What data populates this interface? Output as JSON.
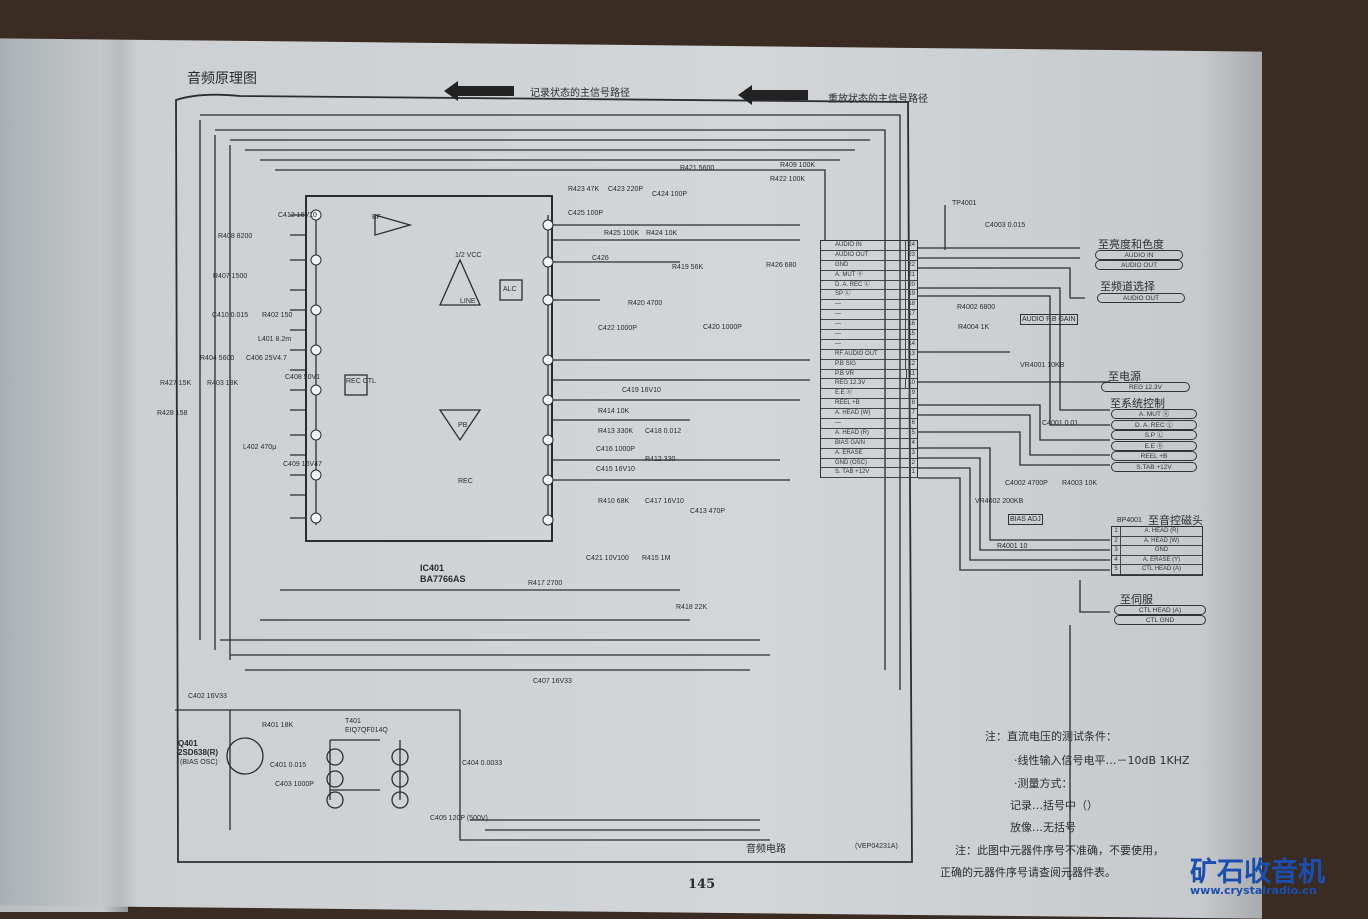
{
  "page": {
    "title": "音频原理图",
    "legend_record": "记录状态的主信号路径",
    "legend_playback": "重放状态的主信号路径",
    "page_number": "145",
    "circuit_name": "音频电路",
    "circuit_code": "(VEP04231A)"
  },
  "ic": {
    "ref": "IC401",
    "part": "BA7766AS"
  },
  "connector_main": {
    "pins": [
      {
        "num": "24",
        "label": "AUDIO IN"
      },
      {
        "num": "23",
        "label": "AUDIO OUT"
      },
      {
        "num": "22",
        "label": "GND"
      },
      {
        "num": "21",
        "label": "A. MUT ⓗ"
      },
      {
        "num": "20",
        "label": "D. A. REC Ⓛ"
      },
      {
        "num": "19",
        "label": "SP Ⓛ"
      },
      {
        "num": "18",
        "label": "—"
      },
      {
        "num": "17",
        "label": "—"
      },
      {
        "num": "16",
        "label": "—"
      },
      {
        "num": "15",
        "label": "—"
      },
      {
        "num": "14",
        "label": "—"
      },
      {
        "num": "13",
        "label": "RF AUDIO OUT"
      },
      {
        "num": "12",
        "label": "P.B SIG"
      },
      {
        "num": "11",
        "label": "P.B VR"
      },
      {
        "num": "10",
        "label": "REG 12.3V"
      },
      {
        "num": "9",
        "label": "E.E ⓗ"
      },
      {
        "num": "8",
        "label": "REEL +B"
      },
      {
        "num": "7",
        "label": "A. HEAD (W)"
      },
      {
        "num": "6",
        "label": "—"
      },
      {
        "num": "5",
        "label": "A. HEAD (R)"
      },
      {
        "num": "4",
        "label": "BIAS GAIN"
      },
      {
        "num": "3",
        "label": "A. ERASE"
      },
      {
        "num": "2",
        "label": "GND (OSC)"
      },
      {
        "num": "1",
        "label": "S. TAB +12V"
      }
    ]
  },
  "outputs": {
    "luma_chroma": {
      "heading": "至亮度和色度",
      "items": [
        "AUDIO IN",
        "AUDIO OUT"
      ]
    },
    "channel_select": {
      "heading": "至频道选择",
      "items": [
        "AUDIO OUT"
      ]
    },
    "power": {
      "heading": "至电源",
      "items": [
        "REG 12.3V"
      ]
    },
    "system_control": {
      "heading": "至系统控制",
      "items": [
        "A. MUT ⓗ",
        "D. A. REC Ⓛ",
        "S.P Ⓛ",
        "E.E ⓗ",
        "REEL +B",
        "S.TAB +12V"
      ]
    },
    "audio_head": {
      "heading": "至音控磁头",
      "ref": "BP4001",
      "pins": [
        {
          "num": "1",
          "label": "A. HEAD (R)"
        },
        {
          "num": "2",
          "label": "A. HEAD (W)"
        },
        {
          "num": "3",
          "label": "GND"
        },
        {
          "num": "4",
          "label": "A. ERASE (Y)"
        },
        {
          "num": "5",
          "label": "CTL HEAD (A)"
        }
      ]
    },
    "servo": {
      "heading": "至伺服",
      "items": [
        "CTL HEAD (A)",
        "CTL GND"
      ]
    }
  },
  "components": {
    "tp": "TP4001",
    "c4003": "C4003 0.015",
    "r4002": "R4002 6800",
    "r4004": "R4004 1K",
    "audio_pb_gain": "AUDIO P.B GAIN",
    "vr4001": "VR4001 10KB",
    "c4001": "C4001 0.01",
    "c4002": "C4002 4700P",
    "r4003": "R4003 10K",
    "vr4002": "VR4002 200KB",
    "bias_adj": "BIAS ADJ",
    "r4001": "R4001 10",
    "r409": "R409 100K",
    "r422": "R422 100K",
    "r421": "R421 5600",
    "r423": "R423 47K",
    "c423": "C423 220P",
    "c424": "C424 100P",
    "c425": "C425 100P",
    "r425": "R425 100K",
    "r424": "R424 10K",
    "c426": "C426",
    "r419": "R419 56K",
    "r426": "R426 680",
    "r420": "R420 4700",
    "c422": "C422 1000P",
    "c420": "C420 1000P",
    "c419": "C419 16V10",
    "r414": "R414 10K",
    "r413": "R413 330K",
    "c418": "C418 0.012",
    "c416": "C416 1000P",
    "r412": "R412 330",
    "c415": "C415 16V10",
    "r410": "R410 68K",
    "c417": "C417 16V10",
    "c413": "C413 470P",
    "c421": "C421 10V100",
    "r415": "R415 1M",
    "r417": "R417 2700",
    "r418": "R418 22K",
    "c407": "C407 16V33",
    "c412": "C412 16V10",
    "r408": "R408 8200",
    "r407": "R407 1500",
    "c410": "C410 0.015",
    "r402": "R402 150",
    "l401": "L401 8.2m",
    "r404": "R404 5600",
    "c406": "C406 25V4.7",
    "r403": "R403 18K",
    "c408": "C408 50V1",
    "r427": "R427 15K",
    "r428": "R428 158",
    "l402": "L402 470μ",
    "c409": "C409 16V47",
    "blk_bf": "BF",
    "blk_alc": "ALC",
    "blk_line": "LINE",
    "blk_rec": "REC",
    "blk_pb": "PB",
    "blk_recctl": "REC CTL",
    "half_vcc": "1/2 VCC",
    "c402": "C402 16V33",
    "q401": "Q401",
    "q401_part": "2SD638(R)",
    "q401_fn": "(BIAS OSC)",
    "r401": "R401 18K",
    "c401": "C401 0.015",
    "c403": "C403 1000P",
    "t401": "T401",
    "t401_part": "EIQ7QF014Q",
    "c404": "C404 0.0033",
    "c405": "C405 120P (500V)"
  },
  "notes": {
    "line1": "注：直流电压的测试条件：",
    "line2": "·线性输入信号电平…－10dB 1KHZ",
    "line3": "·测量方式：",
    "line4": "记录…括号中（）",
    "line5": "放像…无括号",
    "line6": "注：此图中元器件序号不准确，不要使用，",
    "line7": "正确的元器件序号请查阅元器件表。"
  },
  "watermark": {
    "name": "矿石收音机",
    "url": "www.crystalradio.cn"
  }
}
